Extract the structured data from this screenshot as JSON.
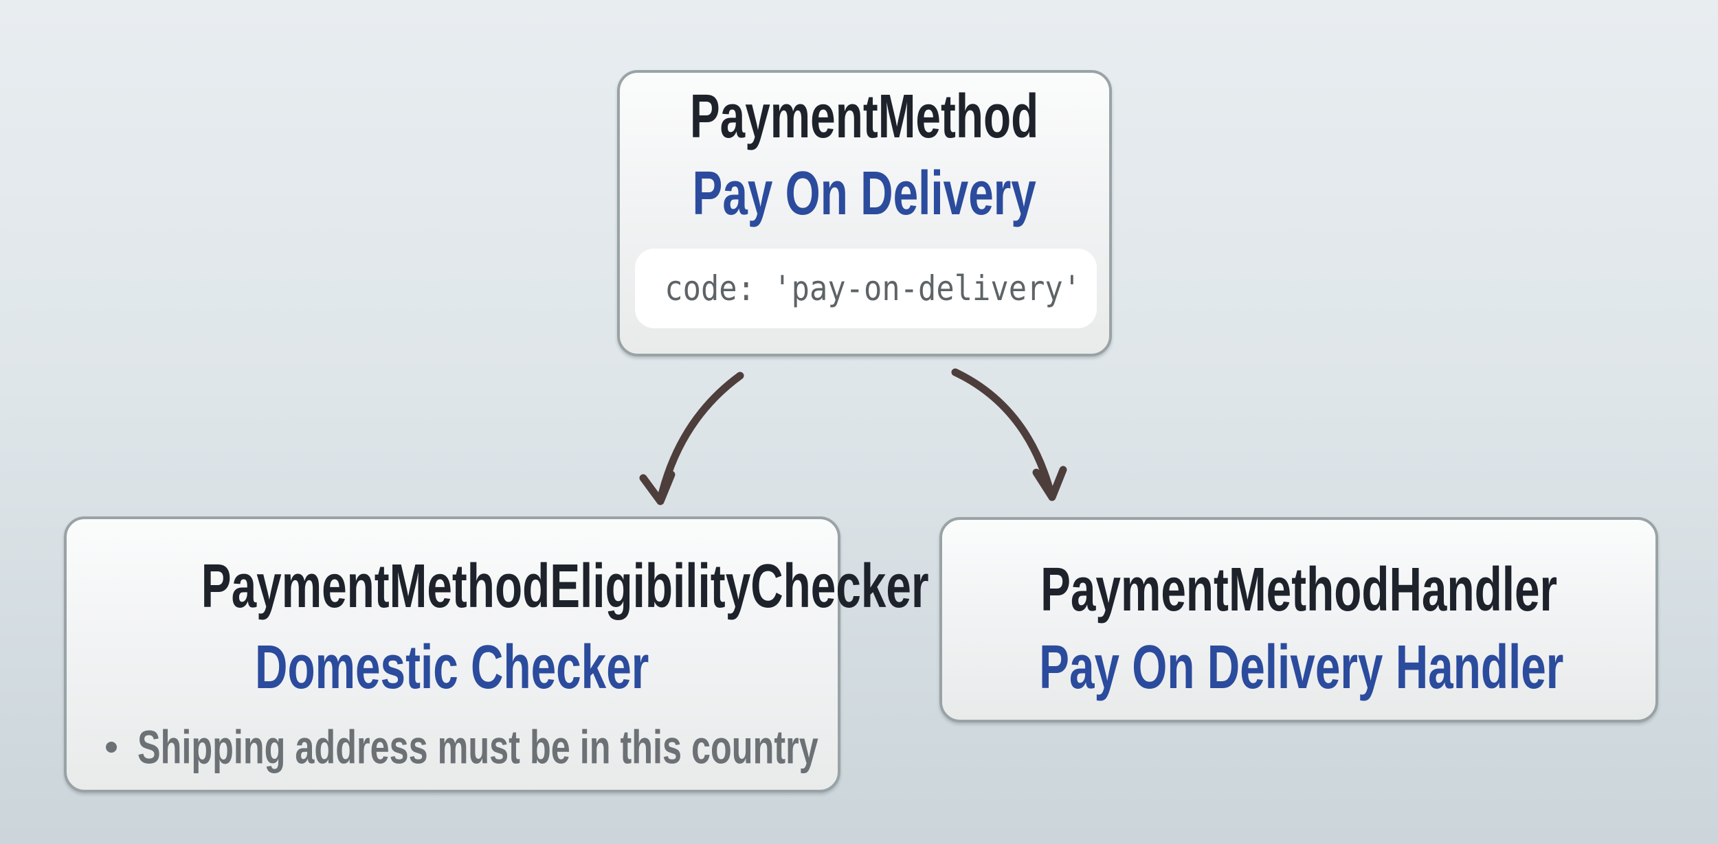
{
  "nodes": {
    "payment_method": {
      "title": "PaymentMethod",
      "label": "Pay On Delivery",
      "code": "code: 'pay-on-delivery'"
    },
    "eligibility_checker": {
      "title": "PaymentMethodEligibilityChecker",
      "label": "Domestic Checker",
      "rules": [
        "Shipping address must be in this country"
      ]
    },
    "handler": {
      "title": "PaymentMethodHandler",
      "label": "Pay On Delivery Handler"
    }
  },
  "theme": {
    "background_top": "#e8edf0",
    "background_bottom": "#cbd5da",
    "node_border": "#99a3a6",
    "node_fill_top": "#fbfcfc",
    "node_fill_bottom": "#e9ebeb",
    "title_color": "#1d222b",
    "accent_blue": "#2b4b9d",
    "muted_gray": "#6b7174",
    "code_gray": "#5d6366",
    "code_pill_bg": "#ffffff",
    "arrow_color": "#4d3e3c"
  }
}
